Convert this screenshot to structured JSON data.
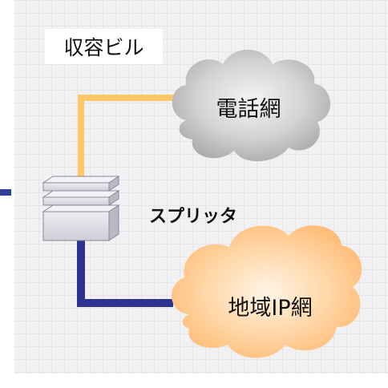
{
  "building": {
    "label": "収容ビル"
  },
  "phone_network": {
    "label": "電話網"
  },
  "splitter": {
    "label": "スプリッタ"
  },
  "ip_network": {
    "label": "地域IP網"
  },
  "colors": {
    "grid_background": "#f1f1f3",
    "grid_line": "#dcdce0",
    "phone_line": "#ffc765",
    "ip_line": "#2e3392",
    "incoming_line": "#2e3f95",
    "phone_cloud": "#c2c2c2",
    "ip_cloud": "#ffcb92",
    "splitter_body": "#d9d9e3"
  }
}
